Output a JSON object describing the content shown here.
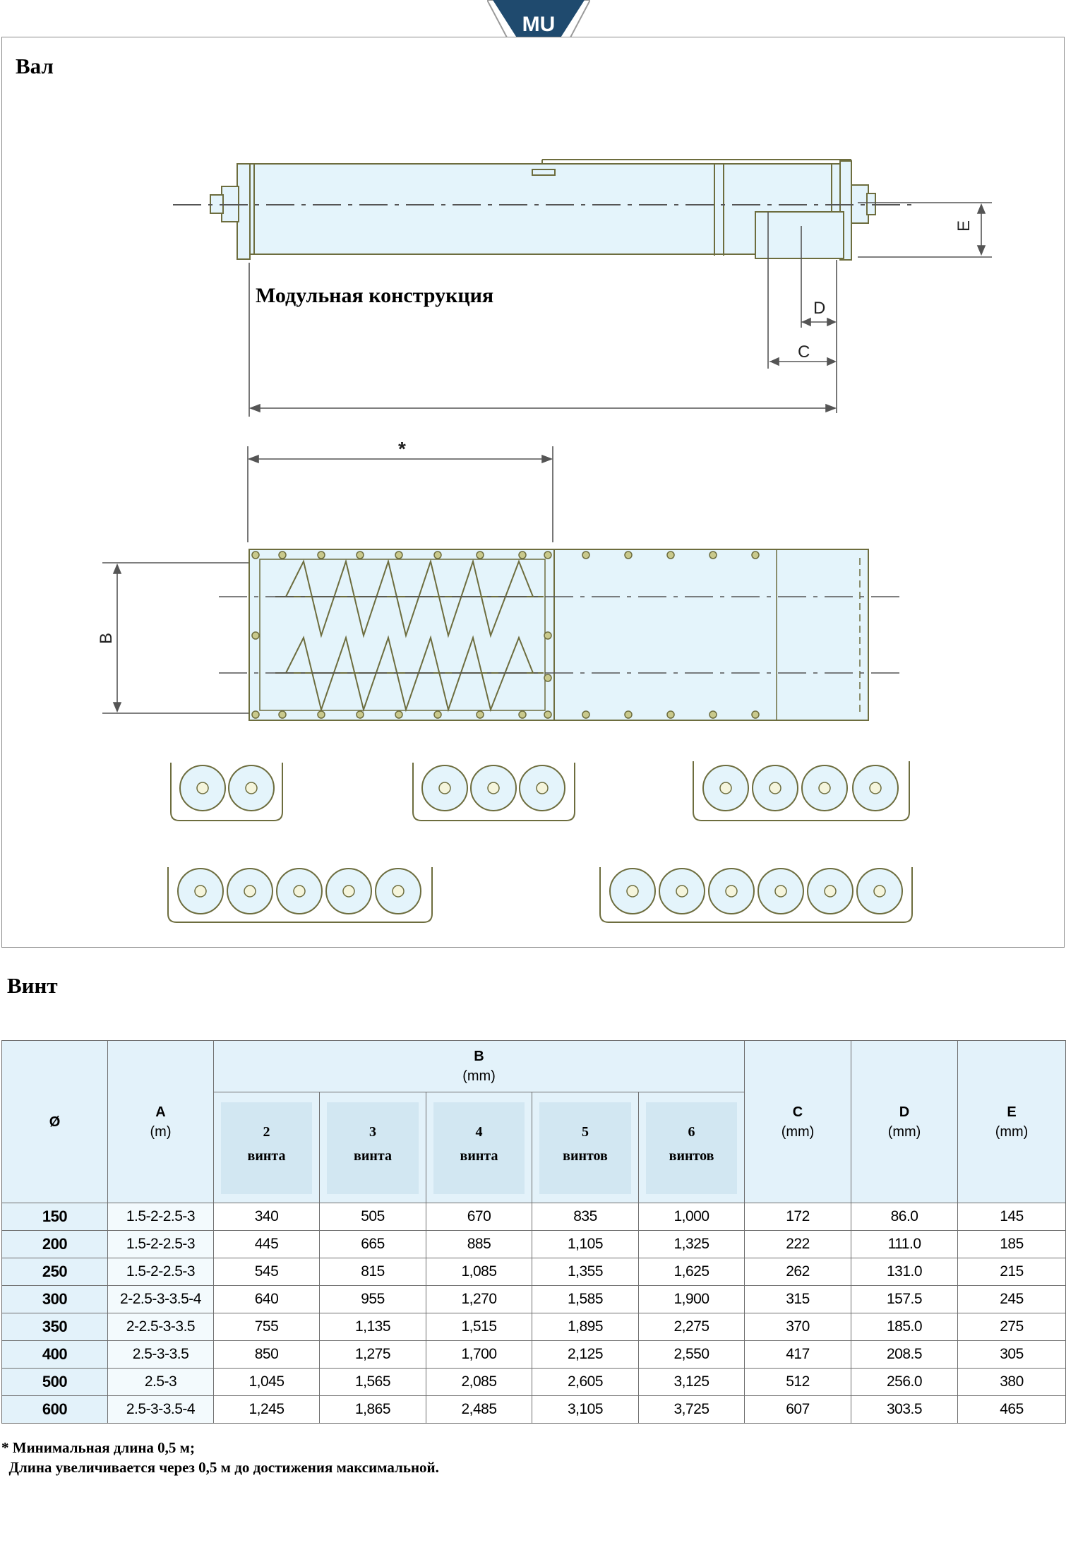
{
  "badge": {
    "text": "MU",
    "color": "#1f4a6e"
  },
  "sections": {
    "shaft_title": "Вал",
    "screw_title": "Винт"
  },
  "drawing": {
    "modular_label": "Модульная конструкция",
    "dim_E": "E",
    "dim_D": "D",
    "dim_C": "C",
    "dim_B": "B",
    "dim_star": "*",
    "accent_fill": "#e4f4fb",
    "line_color": "#7b7b45"
  },
  "table": {
    "header": {
      "dia": "Ø",
      "a_label": "A",
      "a_unit": "(m)",
      "b_label": "B",
      "b_unit": "(mm)",
      "c_label": "C",
      "c_unit": "(mm)",
      "d_label": "D",
      "d_unit": "(mm)",
      "e_label": "E",
      "e_unit": "(mm)",
      "screws": [
        {
          "n": "2",
          "word": "винта"
        },
        {
          "n": "3",
          "word": "винта"
        },
        {
          "n": "4",
          "word": "винта"
        },
        {
          "n": "5",
          "word": "винтов"
        },
        {
          "n": "6",
          "word": "винтов"
        }
      ]
    },
    "rows": [
      [
        "150",
        "1.5-2-2.5-3",
        "340",
        "505",
        "670",
        "835",
        "1,000",
        "172",
        "86.0",
        "145"
      ],
      [
        "200",
        "1.5-2-2.5-3",
        "445",
        "665",
        "885",
        "1,105",
        "1,325",
        "222",
        "111.0",
        "185"
      ],
      [
        "250",
        "1.5-2-2.5-3",
        "545",
        "815",
        "1,085",
        "1,355",
        "1,625",
        "262",
        "131.0",
        "215"
      ],
      [
        "300",
        "2-2.5-3-3.5-4",
        "640",
        "955",
        "1,270",
        "1,585",
        "1,900",
        "315",
        "157.5",
        "245"
      ],
      [
        "350",
        "2-2.5-3-3.5",
        "755",
        "1,135",
        "1,515",
        "1,895",
        "2,275",
        "370",
        "185.0",
        "275"
      ],
      [
        "400",
        "2.5-3-3.5",
        "850",
        "1,275",
        "1,700",
        "2,125",
        "2,550",
        "417",
        "208.5",
        "305"
      ],
      [
        "500",
        "2.5-3",
        "1,045",
        "1,565",
        "2,085",
        "2,605",
        "3,125",
        "512",
        "256.0",
        "380"
      ],
      [
        "600",
        "2.5-3-3.5-4",
        "1,245",
        "1,865",
        "2,485",
        "3,105",
        "3,725",
        "607",
        "303.5",
        "465"
      ]
    ]
  },
  "notes": {
    "line1": "* Минимальная длина 0,5 м;",
    "line2": "  Длина увеличивается через 0,5 м до достижения максимальной."
  }
}
